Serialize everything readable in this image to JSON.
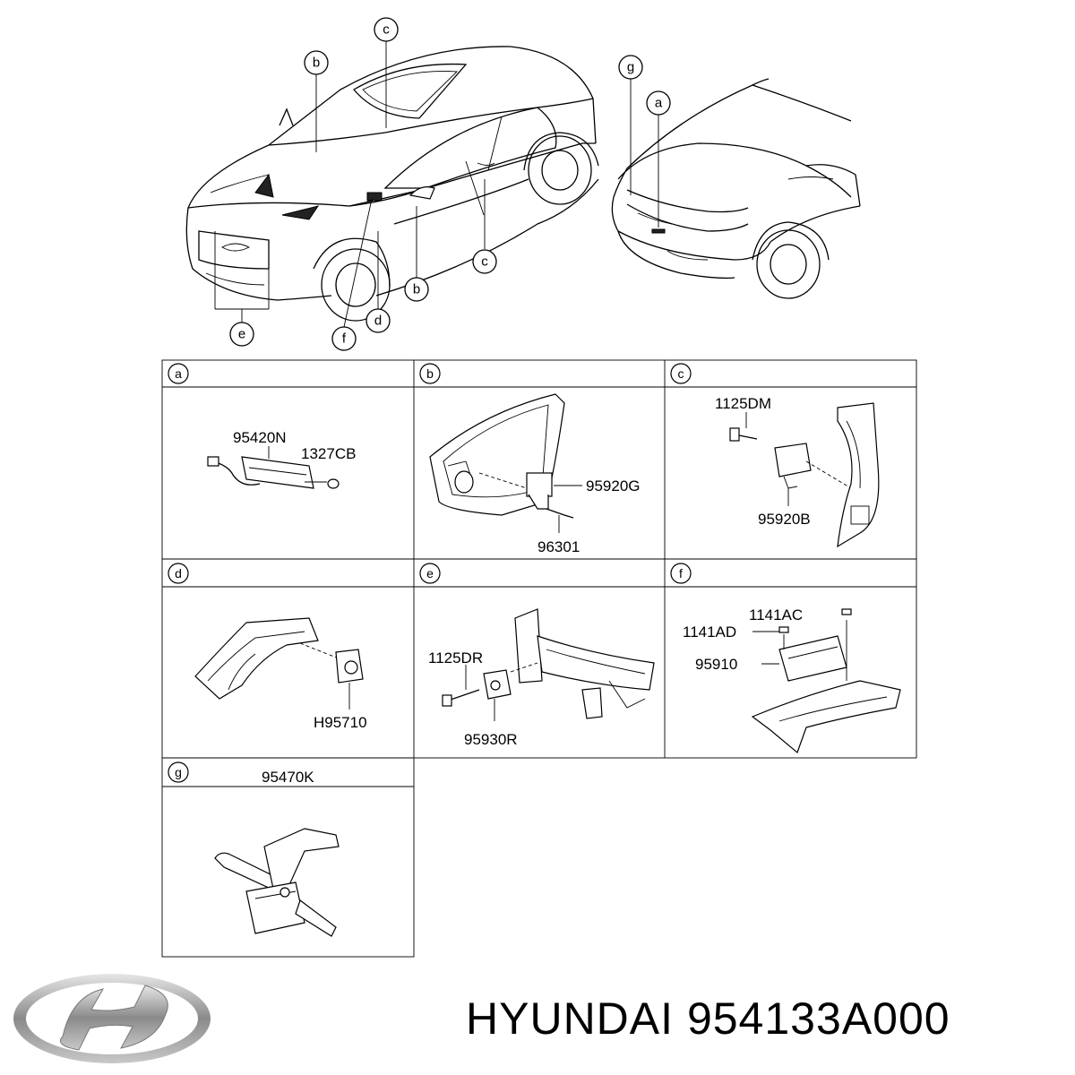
{
  "overview_callouts": {
    "a": "a",
    "b_hood": "b",
    "b_door": "b",
    "c_roof": "c",
    "c_body": "c",
    "d": "d",
    "e": "e",
    "f": "f",
    "g": "g"
  },
  "cells": [
    {
      "id": "a",
      "letter": "a",
      "parts": [
        "95420N",
        "1327CB"
      ]
    },
    {
      "id": "b",
      "letter": "b",
      "parts": [
        "95920G",
        "96301"
      ]
    },
    {
      "id": "c",
      "letter": "c",
      "parts": [
        "1125DM",
        "95920B"
      ]
    },
    {
      "id": "d",
      "letter": "d",
      "parts": [
        "H95710"
      ]
    },
    {
      "id": "e",
      "letter": "e",
      "parts": [
        "1125DR",
        "95930R"
      ]
    },
    {
      "id": "f",
      "letter": "f",
      "parts": [
        "1141AC",
        "1141AD",
        "95910"
      ]
    },
    {
      "id": "g",
      "letter": "g",
      "parts": [
        "95470K"
      ]
    }
  ],
  "footer": {
    "brand": "HYUNDAI",
    "part_number": "954133A000",
    "logo_icon": "hyundai-logo-icon"
  }
}
